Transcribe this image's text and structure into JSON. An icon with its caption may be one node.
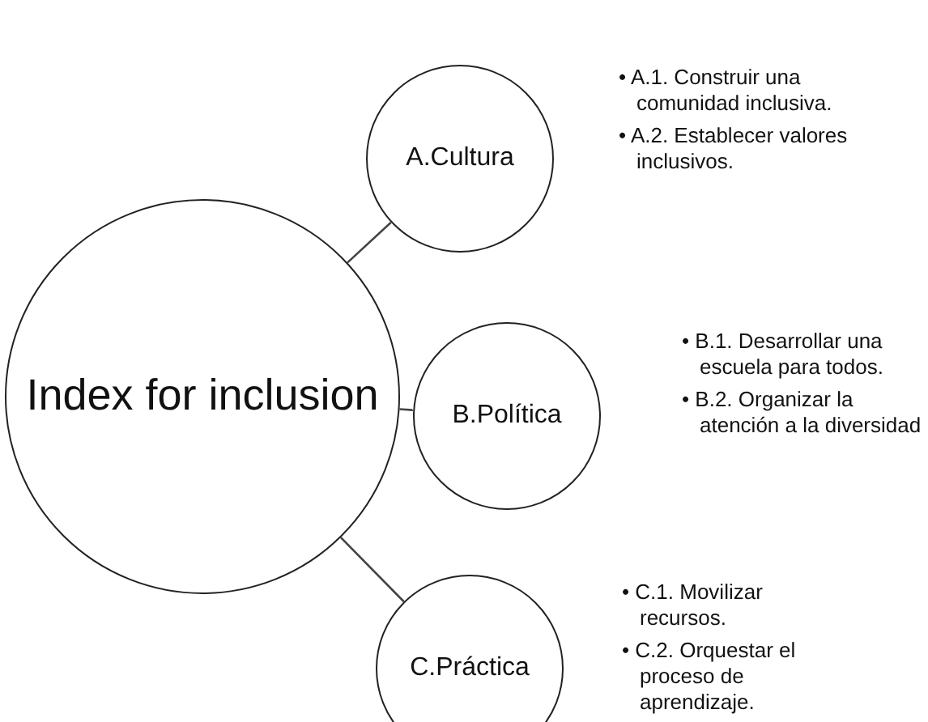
{
  "diagram": {
    "nodes": [
      {
        "text": [
          "Index for inclusion"
        ]
      },
      {
        "text": [
          "A.Cultura"
        ],
        "beside": [
          "• A.1. Construir una comunidad inclusiva.",
          "• A.2. Establecer valores inclusivos."
        ]
      },
      {
        "text": [
          "B.Política"
        ],
        "beside": [
          "• B.1. Desarrollar una escuela para todos.",
          "• B.2. Organizar la atención a la diversidad"
        ]
      },
      {
        "text": [
          "C.Práctica"
        ],
        "beside": [
          "• C.1. Movilizar recursos.",
          "• C.2. Orquestar el proceso de aprendizaje."
        ]
      }
    ],
    "edges": [
      {
        "from": 0,
        "to": 1,
        "arrow": "none"
      },
      {
        "from": 0,
        "to": 2,
        "arrow": "none"
      },
      {
        "from": 0,
        "to": 3,
        "arrow": "none"
      }
    ]
  }
}
